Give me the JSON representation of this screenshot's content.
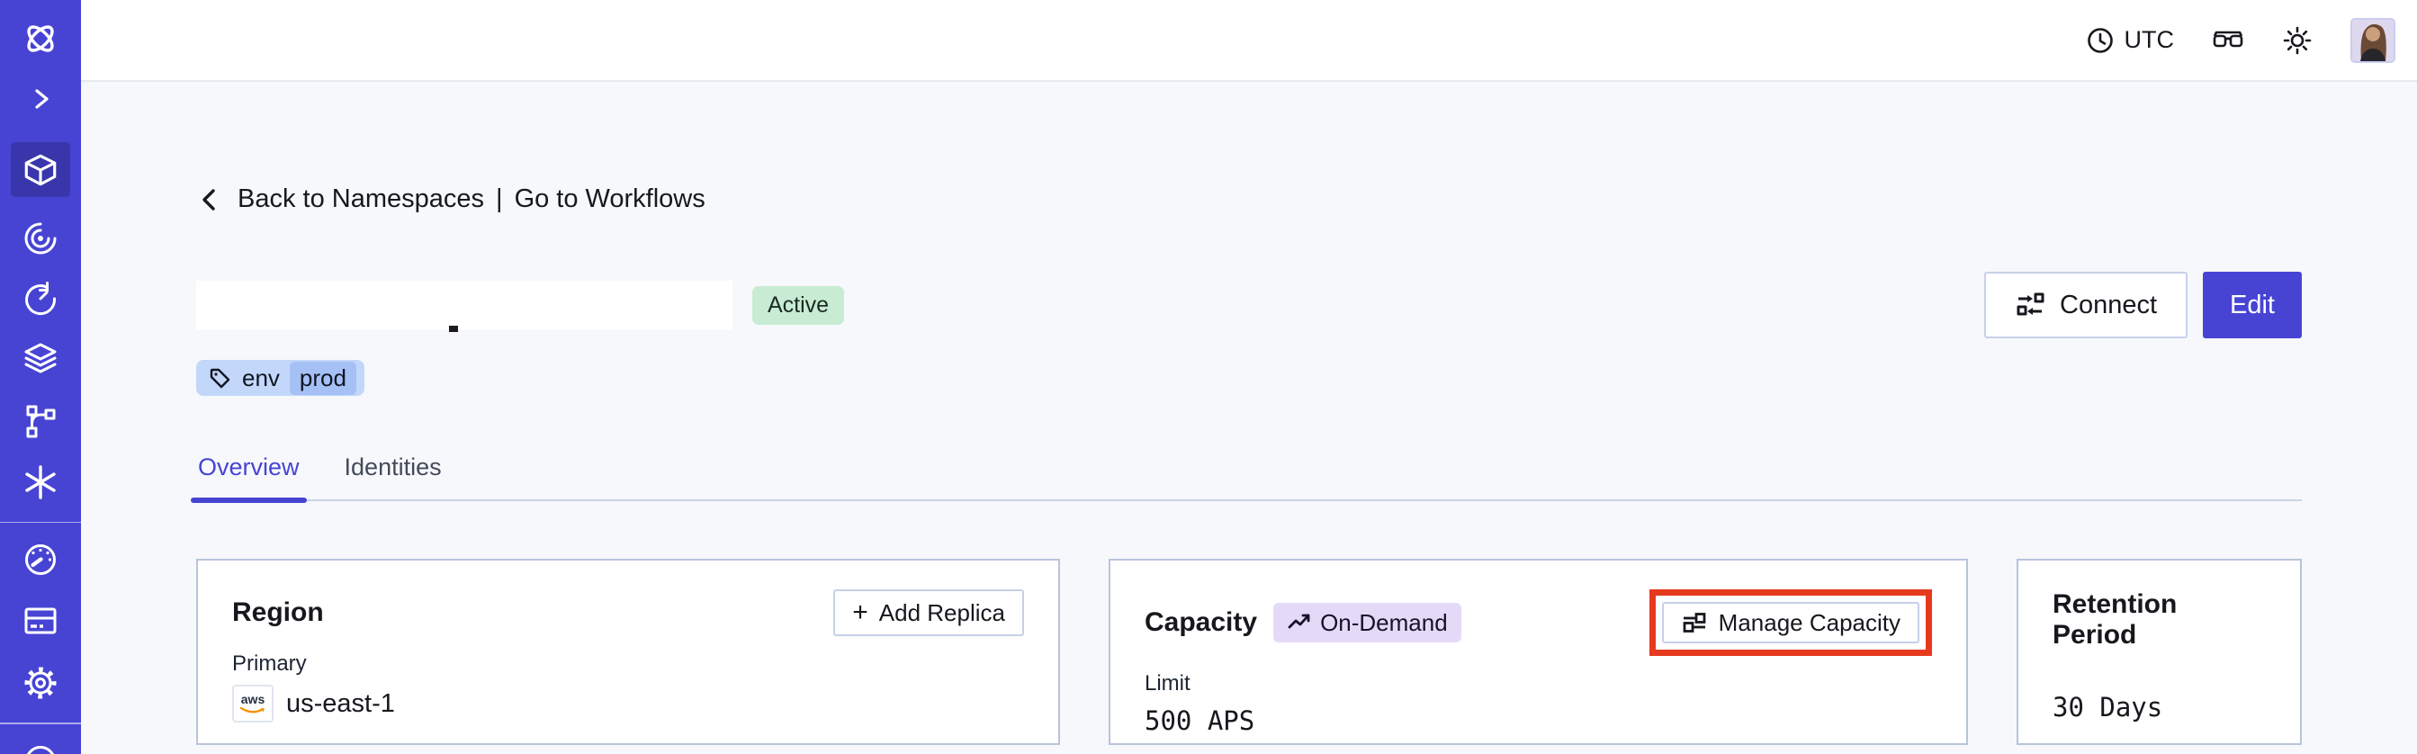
{
  "topbar": {
    "timezone_label": "UTC",
    "icons": [
      "clock-icon",
      "glasses-icon",
      "sun-icon",
      "user-avatar"
    ]
  },
  "sidebar": {
    "icons": [
      "temporal-logo",
      "expand-chevron-icon",
      "namespaces-cube-icon",
      "spiral-icon",
      "timer-icon",
      "layers-icon",
      "branch-icon",
      "nexus-asterisk-icon",
      "usage-gauge-icon",
      "billing-card-icon",
      "settings-gear-icon",
      "support-circle-icon"
    ],
    "active_item": "namespaces-cube-icon"
  },
  "breadcrumb": {
    "back_label": "Back to Namespaces",
    "separator": "|",
    "forward_label": "Go to Workflows"
  },
  "header": {
    "status_badge": "Active",
    "tag_key": "env",
    "tag_value": "prod",
    "connect_label": "Connect",
    "edit_label": "Edit"
  },
  "tabs": {
    "overview": "Overview",
    "identities": "Identities"
  },
  "cards": {
    "region": {
      "title": "Region",
      "add_replica_plus": "+",
      "add_replica_label": "Add Replica",
      "primary_label": "Primary",
      "provider": "aws",
      "region_value": "us-east-1"
    },
    "capacity": {
      "title": "Capacity",
      "badge": "On-Demand",
      "manage_label": "Manage Capacity",
      "limit_label": "Limit",
      "limit_value": "500 APS"
    },
    "retention": {
      "title": "Retention Period",
      "value": "30 Days"
    }
  },
  "colors": {
    "accent_indigo": "#4744d4",
    "sidebar_active": "#3936ac",
    "status_green_bg": "#c7ecd3",
    "ondemand_lavender_bg": "#e4daf8",
    "tag_blue_bg": "#c3d7fa",
    "tag_chip_bg": "#a5c0f4",
    "annotation_red": "#e6391e",
    "card_border": "#b8c3dc",
    "content_bg": "#f7f8fb"
  }
}
